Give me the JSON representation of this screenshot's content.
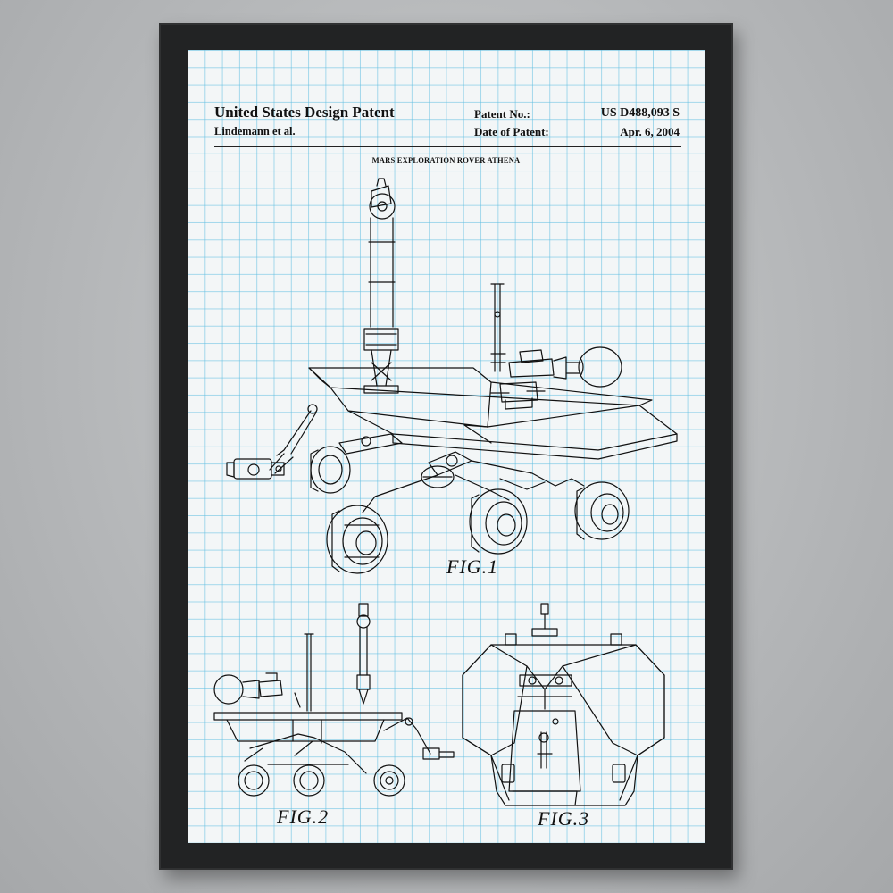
{
  "patent": {
    "title": "United States Design Patent",
    "inventor": "Lindemann et al.",
    "patent_no_label": "Patent No.:",
    "patent_no_value": "US D488,093 S",
    "date_label": "Date of Patent:",
    "date_value": "Apr. 6, 2004",
    "subject": "MARS EXPLORATION ROVER ATHENA"
  },
  "figures": {
    "fig1": "FIG.1",
    "fig2": "FIG.2",
    "fig3": "FIG.3"
  },
  "colors": {
    "frame": "#222324",
    "paper": "#f3f6f7",
    "grid": "#5fbee1",
    "ink": "#111111"
  }
}
